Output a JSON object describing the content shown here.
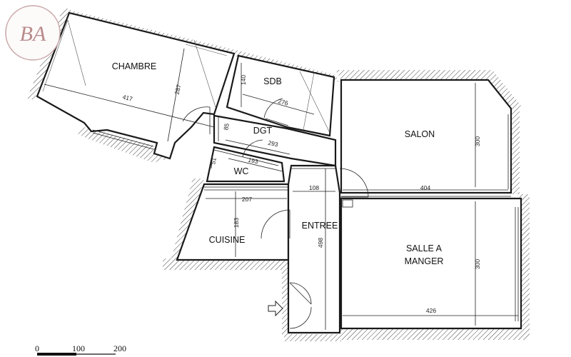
{
  "logo": {
    "monogram": "BA",
    "ring_color": "#c9a7a7",
    "text_color": "#b98b8b"
  },
  "rooms": {
    "chambre": "CHAMBRE",
    "sdb": "SDB",
    "dgt": "DGT",
    "wc": "WC",
    "cuisine": "CUISINE",
    "entree": "ENTREE",
    "salon": "SALON",
    "salle_line1": "SALLE A",
    "salle_line2": "MANGER"
  },
  "dimensions": {
    "chambre_w": "417",
    "chambre_h": "287",
    "sdb_h": "140",
    "sdb_w": "276",
    "dgt_w": "293",
    "dgt_h": "85",
    "wc_w": "193",
    "wc_h": "51",
    "cuisine_w": "207",
    "cuisine_h": "183",
    "entree_w": "108",
    "entree_h": "498",
    "salon_w": "404",
    "salon_h": "300",
    "salle_h": "300",
    "salle_w": "426"
  },
  "scale": {
    "labels": [
      "0",
      "100",
      "200"
    ]
  },
  "colors": {
    "wall": "#1a1a1a",
    "hatch": "#555555",
    "background": "#ffffff"
  }
}
